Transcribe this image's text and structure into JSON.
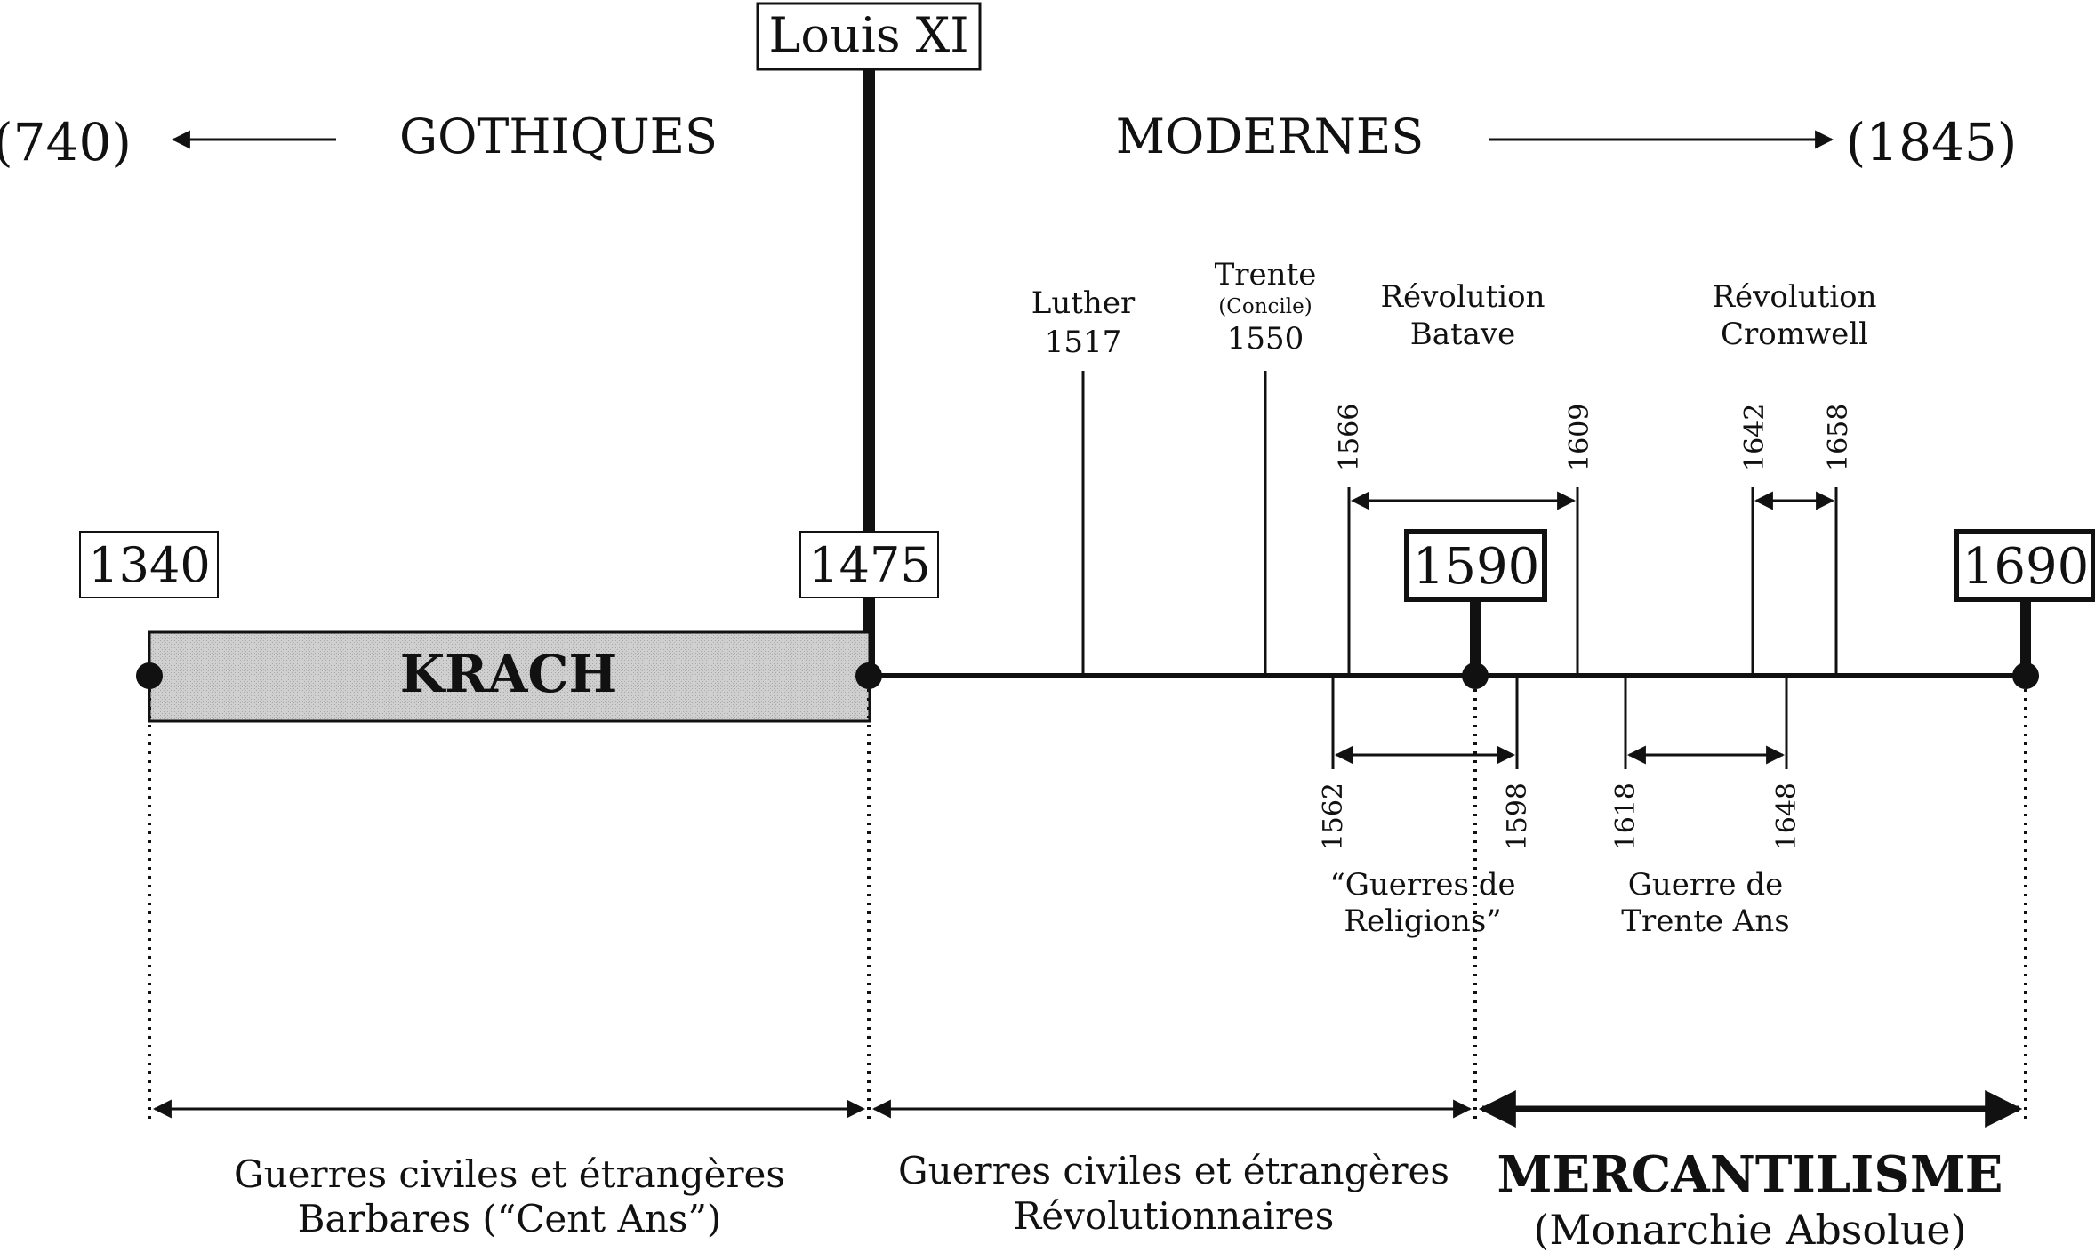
{
  "header": {
    "king": "Louis XI",
    "left_era_year": "(740)",
    "left_era_label": "GOTHIQUES",
    "right_era_label": "MODERNES",
    "right_era_year": "(1845)"
  },
  "period_boxes": {
    "y1340": "1340",
    "y1475": "1475",
    "y1590": "1590",
    "y1690": "1690"
  },
  "krach_label": "KRACH",
  "events_above": {
    "luther_name": "Luther",
    "luther_year": "1517",
    "trente_name": "Trente",
    "trente_note": "(Concile)",
    "trente_year": "1550",
    "batave_line1": "Révolution",
    "batave_line2": "Batave",
    "batave_start": "1566",
    "batave_end": "1609",
    "cromwell_line1": "Révolution",
    "cromwell_line2": "Cromwell",
    "cromwell_start": "1642",
    "cromwell_end": "1658"
  },
  "events_below": {
    "religions_start": "1562",
    "religions_end": "1598",
    "religions_line1": "“Guerres de",
    "religions_line2": "Religions”",
    "trente_ans_start": "1618",
    "trente_ans_end": "1648",
    "trente_ans_line1": "Guerre de",
    "trente_ans_line2": "Trente Ans"
  },
  "periods": {
    "p1_line1": "Guerres civiles et étrangères",
    "p1_line2": "Barbares (“Cent Ans”)",
    "p2_line1": "Guerres civiles et étrangères",
    "p2_line2": "Révolutionnaires",
    "p3_line1": "MERCANTILISME",
    "p3_line2": "(Monarchie Absolue)"
  }
}
